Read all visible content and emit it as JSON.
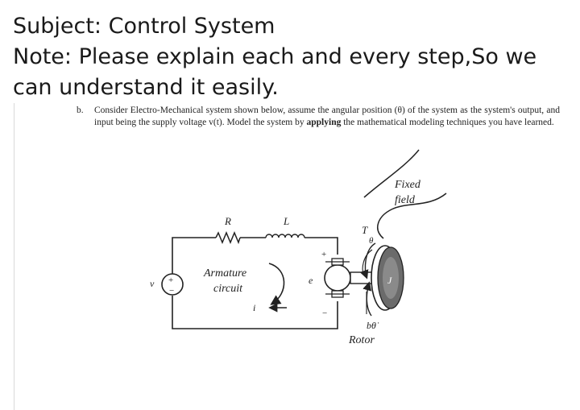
{
  "header": {
    "line1": "Subject: Control System",
    "line2": "Note: Please explain each and every step,So we",
    "line3": "can understand it easily."
  },
  "question": {
    "number": "b.",
    "text_before": "Consider Electro-Mechanical system shown below, assume the angular position (θ) of the system as the system's output, and input being the supply voltage v(t). Model the system by ",
    "bold": "applying",
    "text_after": " the mathematical modeling techniques you have learned."
  },
  "diagram": {
    "fixed_field_1": "Fixed",
    "fixed_field_2": "field",
    "resistor": "R",
    "inductor": "L",
    "torque": "T",
    "torque_sub": "θ",
    "voltage": "v",
    "plus": "+",
    "minus": "−",
    "armature_1": "Armature",
    "armature_2": "circuit",
    "current": "i",
    "emf": "e",
    "inertia": "J",
    "damping": "bθ̇",
    "rotor": "Rotor"
  }
}
